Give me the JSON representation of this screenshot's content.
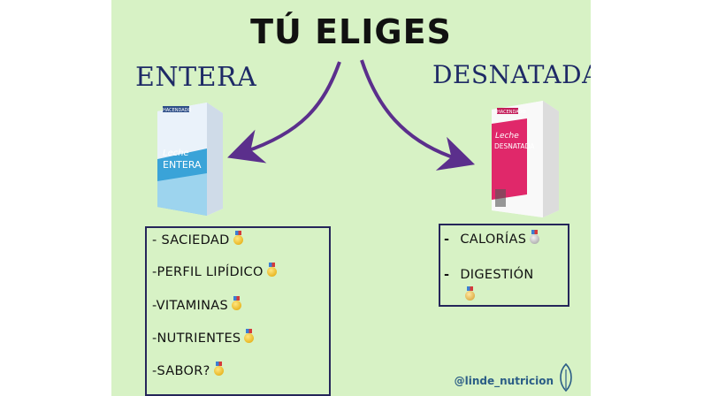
{
  "title": "TÚ ELIGES",
  "left": {
    "heading": "ENTERA",
    "carton": {
      "brand": "HACENDADO",
      "line1": "Leche",
      "line2": "ENTERA"
    },
    "items": [
      {
        "label": "- SACIEDAD",
        "medal": "gold"
      },
      {
        "label": "-PERFIL LIPÍDICO",
        "medal": "gold"
      },
      {
        "label": "-VITAMINAS",
        "medal": "gold"
      },
      {
        "label": "-NUTRIENTES",
        "medal": "gold"
      },
      {
        "label": "-SABOR?",
        "medal": "gold"
      }
    ]
  },
  "right": {
    "heading": "DESNATADA",
    "carton": {
      "brand": "HACENDADO",
      "line1": "Leche",
      "line2": "DESNATADA"
    },
    "items": [
      {
        "dash": "-",
        "label": "CALORÍAS",
        "medal": "silver"
      },
      {
        "dash": "-",
        "label": "DIGESTIÓN",
        "medal": "bronze"
      }
    ]
  },
  "credit": "@linde_nutricion",
  "colors": {
    "background": "#d7f2c5",
    "heading": "#1e2a66",
    "arrow": "#5b2f8c",
    "box_border": "#25265a",
    "entera_accent": "#3aa3d8",
    "desnatada_accent": "#e0286a",
    "credit": "#2b5d86"
  },
  "icons": [
    "gold-medal-icon",
    "silver-medal-icon",
    "bronze-medal-icon",
    "left-arrow-icon",
    "right-arrow-icon",
    "logo-icon"
  ]
}
